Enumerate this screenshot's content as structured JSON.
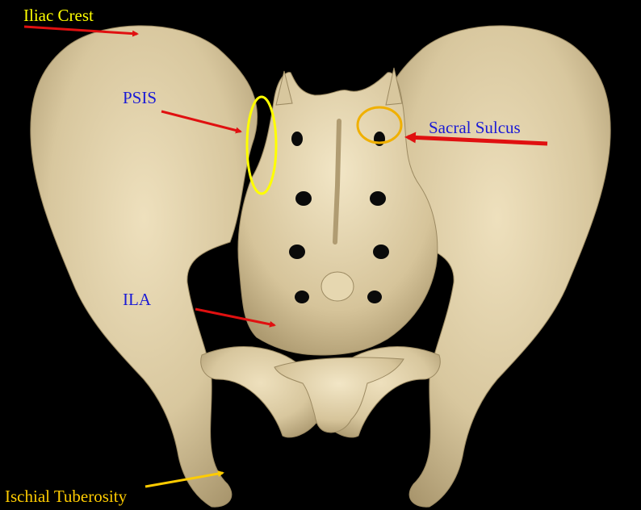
{
  "labels": {
    "iliac_crest": "Iliac Crest",
    "psis": "PSIS",
    "sacral_sulcus": "Sacral Sulcus",
    "ila": "ILA",
    "ischial_tuberosity": "Ischial Tuberosity"
  },
  "colors": {
    "background": "#000000",
    "bone": "#dccca5",
    "bone_shadow": "#a89670",
    "arrow_red": "#e01010",
    "arrow_gold": "#ffcc00",
    "psis_ellipse": "#ffff00",
    "sulcus_ellipse": "#f0b000",
    "label_yellow": "#ffff00",
    "label_blue": "#1a1ad6",
    "label_gold": "#ffcc00"
  }
}
